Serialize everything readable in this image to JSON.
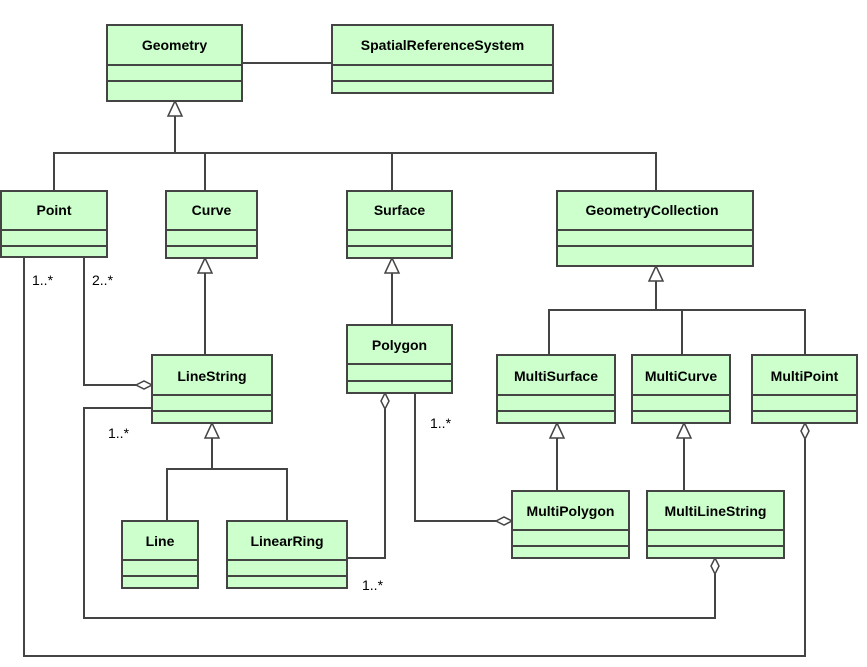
{
  "diagram": {
    "type": "uml-class-diagram",
    "colors": {
      "class_fill": "#ccffcc",
      "stroke": "#444444",
      "background": "#ffffff"
    },
    "classes": [
      {
        "id": "geometry",
        "name": "Geometry"
      },
      {
        "id": "srs",
        "name": "SpatialReferenceSystem"
      },
      {
        "id": "point",
        "name": "Point"
      },
      {
        "id": "curve",
        "name": "Curve"
      },
      {
        "id": "surface",
        "name": "Surface"
      },
      {
        "id": "geomcoll",
        "name": "GeometryCollection"
      },
      {
        "id": "linestring",
        "name": "LineString"
      },
      {
        "id": "polygon",
        "name": "Polygon"
      },
      {
        "id": "multisurface",
        "name": "MultiSurface"
      },
      {
        "id": "multicurve",
        "name": "MultiCurve"
      },
      {
        "id": "multipoint",
        "name": "MultiPoint"
      },
      {
        "id": "line",
        "name": "Line"
      },
      {
        "id": "linearring",
        "name": "LinearRing"
      },
      {
        "id": "multipolygon",
        "name": "MultiPolygon"
      },
      {
        "id": "multilinestring",
        "name": "MultiLineString"
      }
    ],
    "relationships": [
      {
        "type": "association",
        "from": "geometry",
        "to": "srs"
      },
      {
        "type": "generalization",
        "child": "point",
        "parent": "geometry"
      },
      {
        "type": "generalization",
        "child": "curve",
        "parent": "geometry"
      },
      {
        "type": "generalization",
        "child": "surface",
        "parent": "geometry"
      },
      {
        "type": "generalization",
        "child": "geomcoll",
        "parent": "geometry"
      },
      {
        "type": "generalization",
        "child": "linestring",
        "parent": "curve"
      },
      {
        "type": "generalization",
        "child": "polygon",
        "parent": "surface"
      },
      {
        "type": "generalization",
        "child": "multisurface",
        "parent": "geomcoll"
      },
      {
        "type": "generalization",
        "child": "multicurve",
        "parent": "geomcoll"
      },
      {
        "type": "generalization",
        "child": "multipoint",
        "parent": "geomcoll"
      },
      {
        "type": "generalization",
        "child": "line",
        "parent": "linestring"
      },
      {
        "type": "generalization",
        "child": "linearring",
        "parent": "linestring"
      },
      {
        "type": "generalization",
        "child": "multipolygon",
        "parent": "multisurface"
      },
      {
        "type": "generalization",
        "child": "multilinestring",
        "parent": "multicurve"
      },
      {
        "type": "aggregation",
        "whole": "linestring",
        "part": "point",
        "multiplicity": "2..*"
      },
      {
        "type": "aggregation",
        "whole": "polygon",
        "part": "linearring",
        "multiplicity": "1..*"
      },
      {
        "type": "aggregation",
        "whole": "multipolygon",
        "part": "polygon",
        "multiplicity": "1..*"
      },
      {
        "type": "aggregation",
        "whole": "multilinestring",
        "part": "linestring",
        "multiplicity": "1..*"
      },
      {
        "type": "aggregation",
        "whole": "multipoint",
        "part": "point",
        "multiplicity": "1..*"
      }
    ],
    "labels": {
      "point_multipoint_mult": "1..*",
      "point_linestring_mult": "2..*",
      "linestring_multilinestring_mult": "1..*",
      "polygon_multipolygon_mult": "1..*",
      "linearring_polygon_mult": "1..*"
    }
  }
}
